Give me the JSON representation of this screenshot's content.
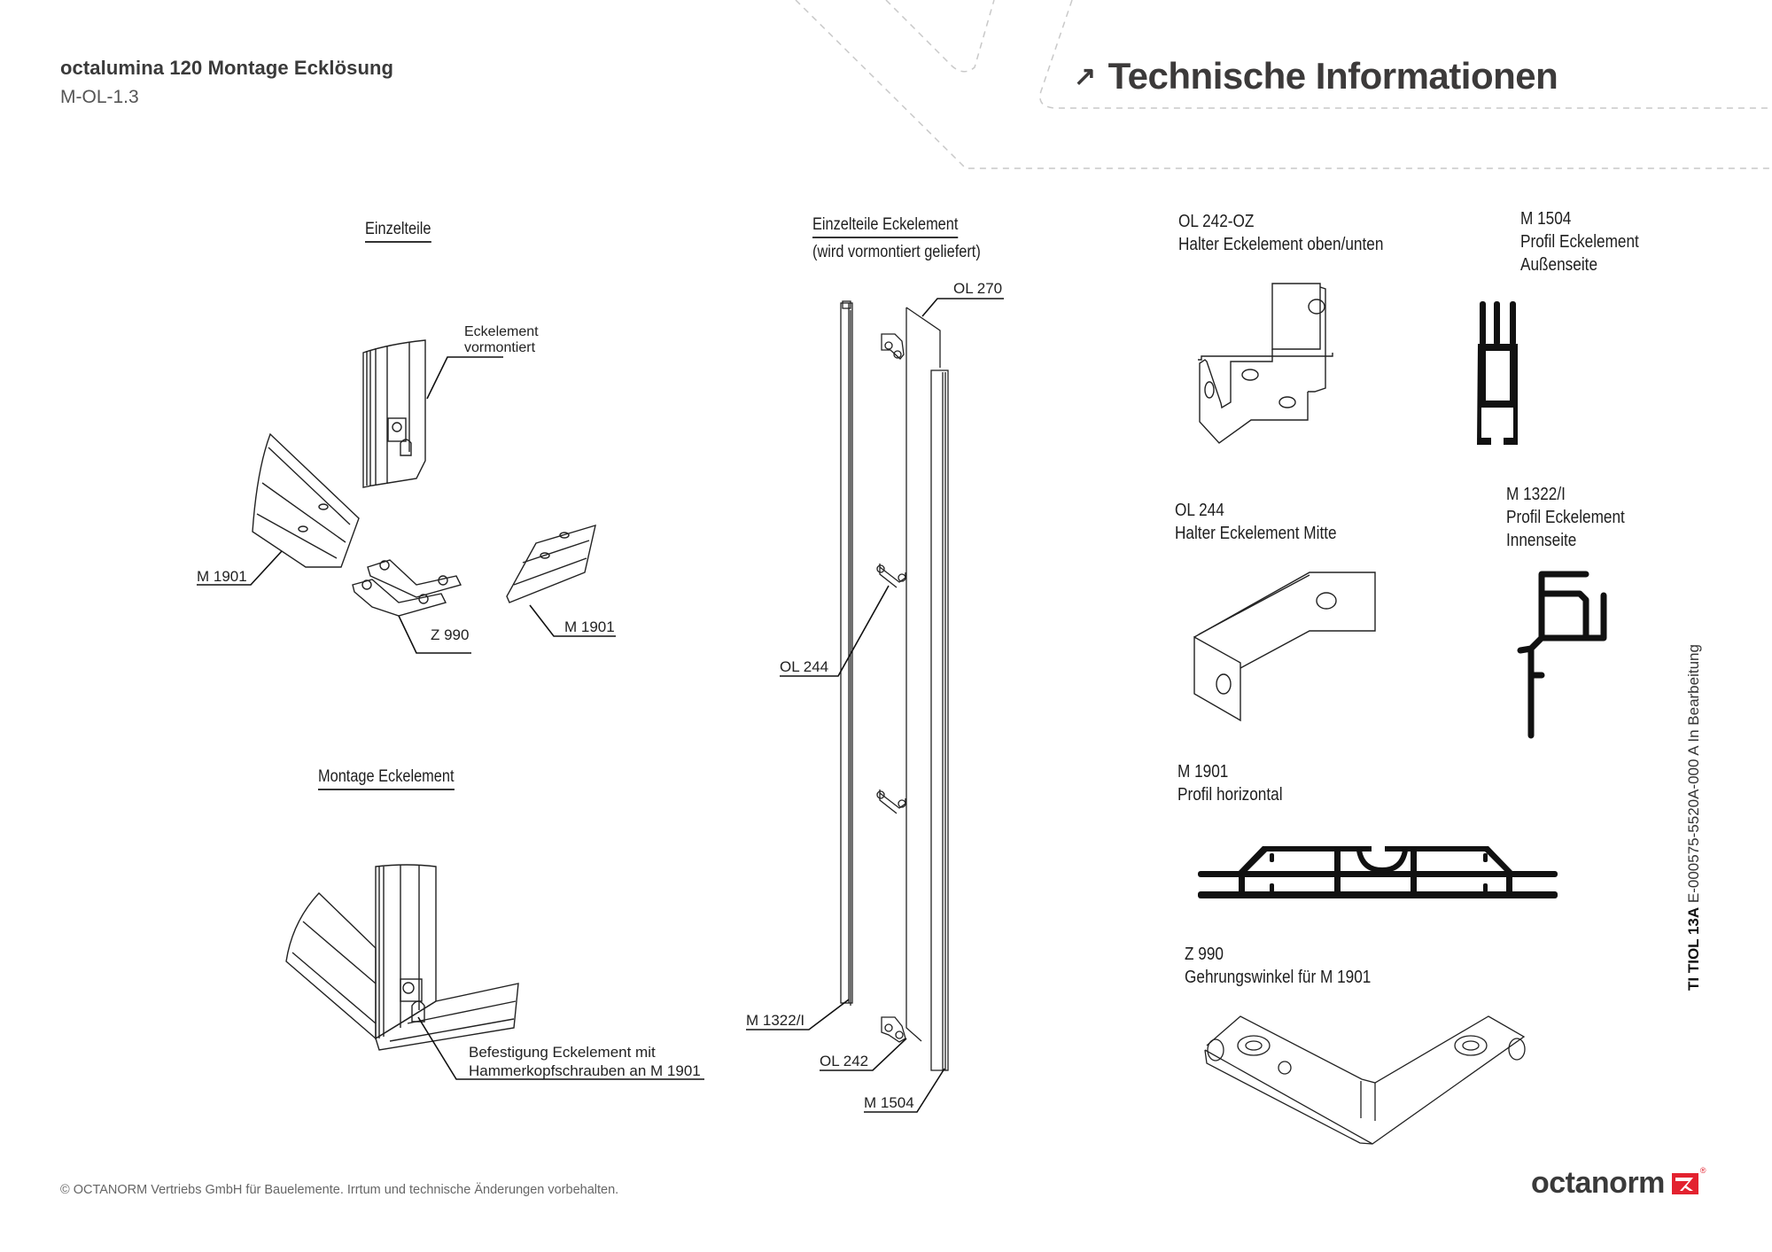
{
  "header": {
    "title": "octalumina 120 Montage Ecklösung",
    "code": "M-OL-1.3",
    "section_heading": "Technische Informationen",
    "section_icon": "arrow-up-right-icon"
  },
  "left_column": {
    "einzelteile": {
      "heading": "Einzelteile",
      "callouts": {
        "eckelement_line1": "Eckelement",
        "eckelement_line2": "vormontiert",
        "m1901_left": "M 1901",
        "z990": "Z 990",
        "m1901_right": "M 1901"
      }
    },
    "montage": {
      "heading": "Montage Eckelement",
      "callout_line1": "Befestigung Eckelement mit",
      "callout_line2": "Hammerkopfschrauben an M 1901"
    }
  },
  "middle_column": {
    "heading": "Einzelteile Eckelement",
    "subheading": "(wird vormontiert geliefert)",
    "callouts": {
      "ol270": "OL 270",
      "ol244": "OL 244",
      "m1322": "M 1322/I",
      "ol242": "OL 242",
      "m1504": "M 1504"
    }
  },
  "parts": [
    {
      "code": "OL 242-OZ",
      "desc1": "Halter Eckelement oben/unten",
      "desc2": ""
    },
    {
      "code": "M 1504",
      "desc1": "Profil Eckelement",
      "desc2": "Außenseite"
    },
    {
      "code": "OL 244",
      "desc1": "Halter Eckelement Mitte",
      "desc2": ""
    },
    {
      "code": "M 1322/I",
      "desc1": "Profil Eckelement",
      "desc2": "Innenseite"
    },
    {
      "code": "M 1901",
      "desc1": "Profil horizontal",
      "desc2": ""
    },
    {
      "code": "Z 990",
      "desc1": "Gehrungswinkel für M 1901",
      "desc2": ""
    }
  ],
  "side_label": {
    "bold": "TI TIOL 13A",
    "rest": "E-000575-5520A-000 A In Bearbeitung"
  },
  "footer": {
    "copyright": "© OCTANORM Vertriebs GmbH für Bauelemente. Irrtum und technische Änderungen vorbehalten."
  },
  "logo": {
    "text": "octanorm",
    "brand_color": "#e3222f",
    "text_color": "#3a3a3a"
  }
}
